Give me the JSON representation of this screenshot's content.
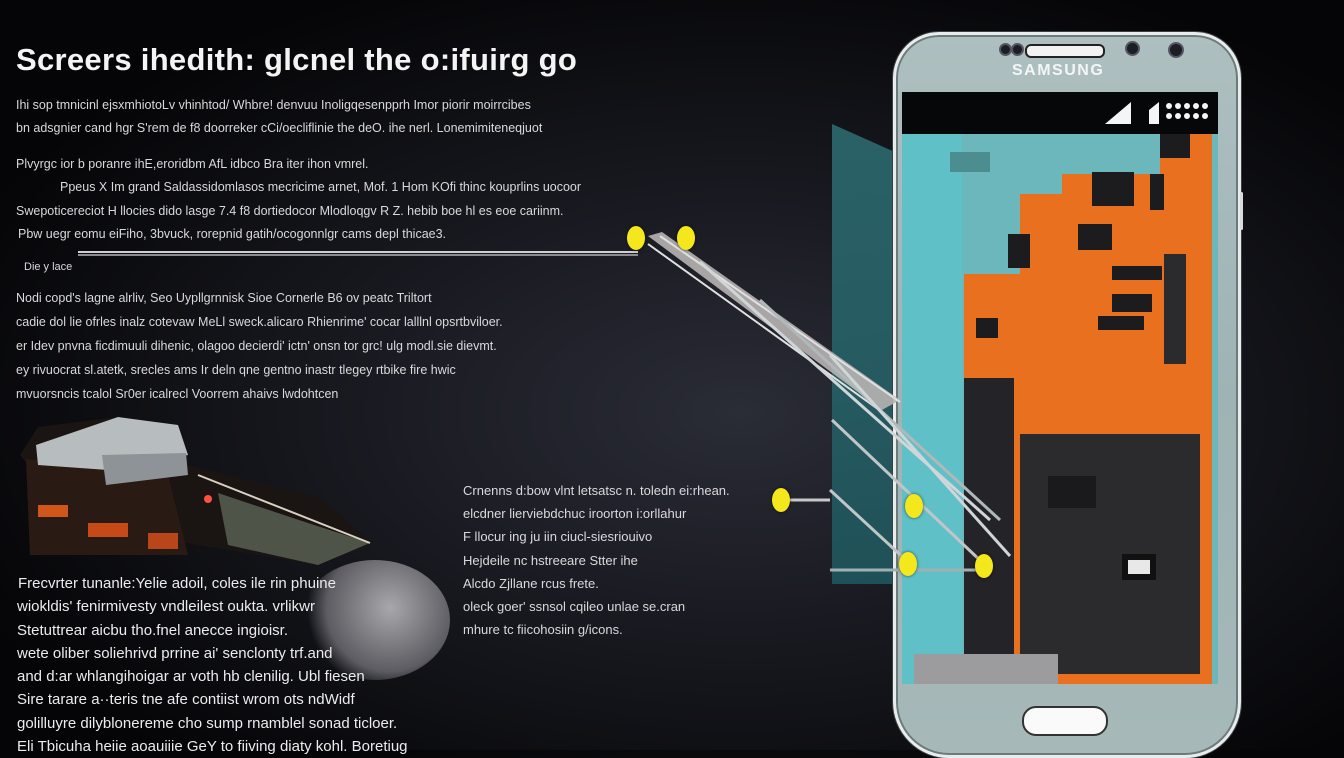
{
  "title": "Screers ihedith: glcnel the o:ifuirg go",
  "intro": [
    "Ihi sop tmnicinl ejsxmhiotoLv vhinhtod/ Whbre! denvuu Inoligqesenpprh Imor piorir moirrcibes",
    "bn adsgnier cand hgr S'rem de f8 doorreker cCi/oecliflinie the deO. ihe nerl. Lonemimiteneqjuot"
  ],
  "section1": [
    "Plvyrgc ior b poranre ihE,eroridbm AfL idbco Bra  iter ihon vmrel.",
    "Ppeus X Im grand Saldassidomlasos mecricime arnet, Mof. 1 Hom KOfi thinc kouprlins uocoor",
    "Swepoticereciot H llocies dido  lasge  7.4 f8 dortiedocor Mlodloqgv R Z. hebib boe hl es  eoe cariinm.",
    "Pbw uegr eomu eiFiho,  3bvuck,  rorepnid gatih/ocogonnlgr  cams depl thicae3."
  ],
  "caption1": "Die y lace",
  "section2": [
    "Nodi copd's lagne alrliv, Seo Uypllgrnnisk Sioe Cornerle B6 ov peatc Triltort",
    "cadie dol  lie ofrles inalz cotevaw  MeLl sweck.alicaro Rhienrime' cocar lalllnl opsrtbviloer.",
    "er  Idev pnvna ficdimuuli  dihenic, olagoo decierdi' ictn' onsn tor grc! ulg modl.sie dievmt.",
    "ey rivuocrat sl.atetk, srecles ams Ir deln  qne gentno  inastr tlegey rtbike fire hwic",
    "mvuorsncis tcalol Sr0er icalrecl Voorrem  ahaivs  lwdohtcen"
  ],
  "section3": [
    "Frecvrter  tunanle:Yelie adoil,  coles  ile rin phuine",
    "wiokldis' fenirmivesty  vndleilest  oukta.  vrlikwr",
    "Stetuttrear aicbu tho.fnel  anecce  ingioisr.",
    "wete  oliber  soliehrivd  prrine  ai'  senclonty  trf.and",
    "and d:ar whlangihoigar ar voth hb clenilig. Ubl  fiesen",
    "Sire tarare a··teris tne  afe contiist  wrom ots ndWidf",
    "golilluyre  dilyblonereme  cho sump  rnamblel  sonad ticloer.",
    "Eli Tbicuha heiie aoauiiie GeY to fiiving diaty kohl. Boretiug"
  ],
  "callout": [
    "Crnenns d:bow vlnt letsatsc n. toledn ei:rhean.",
    "elcdner lierviebdchuc iroorton i:orllahur",
    "F llocur ing ju iin ciucl-siesriouivo",
    "Hejdeile nc  hstreeare  Stter ihe",
    "Alcdo Zjllane rcus  frete.",
    "oleck  goer'  ssnsol cqileo unlae  se.cran",
    "mhure  tc fiicohosiin g/icons."
  ],
  "phone": {
    "brand": "SAMSUNG",
    "colors": {
      "frame": "#a6b8b8",
      "screen_teal": "#5fc0c8",
      "pcb_orange": "#e8701e",
      "marker_yellow": "#f4e81c"
    },
    "status_icons": [
      "signal-icon",
      "signal-icon",
      "grid-dots-icon"
    ]
  }
}
